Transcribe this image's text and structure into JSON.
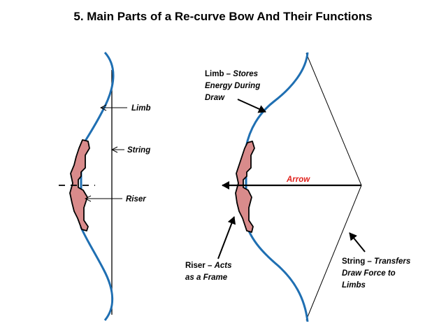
{
  "title": "5. Main Parts of a Re-curve Bow And Their Functions",
  "left_bow": {
    "labels": {
      "limb": "Limb",
      "string": "String",
      "riser": "Riser"
    }
  },
  "right_bow": {
    "labels": {
      "limb_part": "Limb",
      "limb_dash": " – ",
      "limb_fn_line1": "Stores",
      "limb_fn_line2": "Energy During",
      "limb_fn_line3": "Draw",
      "arrow": "Arrow",
      "riser_part": "Riser",
      "riser_dash": " – ",
      "riser_fn_line1": "Acts",
      "riser_fn_line2": "as a Frame",
      "string_part": "String",
      "string_dash": " – ",
      "string_fn_line1": "Transfers",
      "string_fn_line2": "Draw Force  to",
      "string_fn_line3": "Limbs"
    }
  },
  "colors": {
    "limb": "#1f6fb2",
    "riser_fill": "#d98b8b",
    "riser_stroke": "#000000",
    "arrow_label": "#e0201b",
    "line": "#000000"
  }
}
